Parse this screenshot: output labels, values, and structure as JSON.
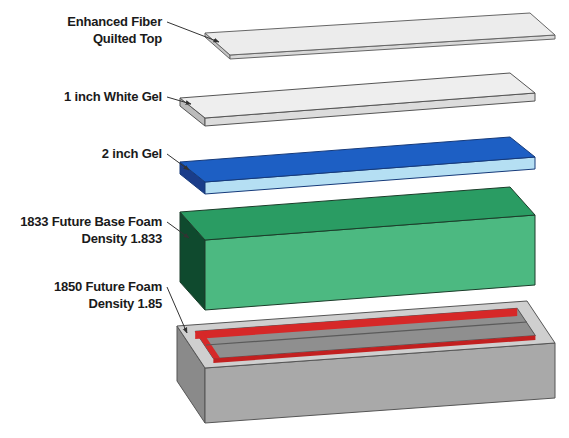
{
  "diagram": {
    "labels": [
      "Enhanced Fiber Quilted Top",
      "1 inch White Gel",
      "2 inch Gel",
      "1833 Future Base Foam Density 1.833",
      "1850 Future Foam Density 1.85"
    ]
  }
}
